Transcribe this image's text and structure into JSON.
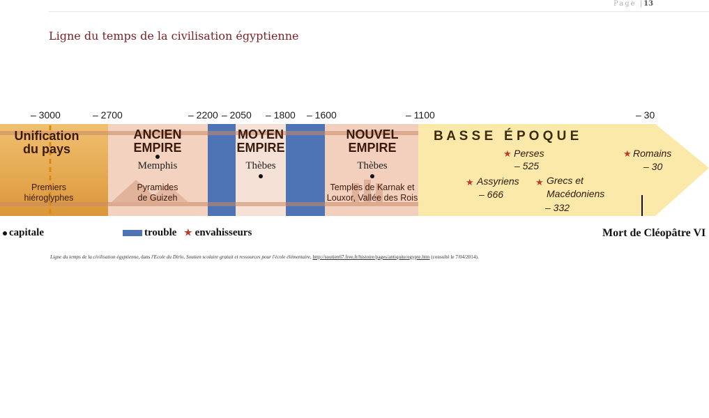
{
  "header": {
    "page_label": "Page |",
    "page_number": "13"
  },
  "title": "Ligne du temps de la civilisation égyptienne",
  "timeline": {
    "ticks": [
      "– 3000",
      "– 2700",
      "– 2200",
      "– 2050",
      "– 1800",
      "– 1600",
      "– 1100",
      "– 30"
    ],
    "periods": {
      "unification": {
        "line1": "Unification",
        "line2": "du pays",
        "sub1": "Premiers",
        "sub2": "hiéroglyphes"
      },
      "ancien": {
        "line1": "ANCIEN",
        "line2": "EMPIRE",
        "capital": "Memphis",
        "sub1": "Pyramides",
        "sub2": "de Guizeh"
      },
      "moyen": {
        "line1": "MOYEN",
        "line2": "EMPIRE",
        "capital": "Thèbes"
      },
      "nouvel": {
        "line1": "NOUVEL",
        "line2": "EMPIRE",
        "capital": "Thèbes",
        "sub1": "Temples de Karnak et",
        "sub2": "Louxor, Vallée des Rois"
      },
      "basse": {
        "title": "B A S S E   É P O Q U E",
        "invasions": {
          "perses": {
            "name": "Perses",
            "year": "– 525"
          },
          "assyriens": {
            "name": "Assyriens",
            "year": "– 666"
          },
          "grecs": {
            "name1": "Grecs et",
            "name2": "Macédoniens",
            "year": "– 332"
          },
          "romains": {
            "name": "Romains",
            "year": "– 30"
          }
        }
      }
    },
    "colors": {
      "unification": "#e7a94a",
      "ancien": "#f3d2c0",
      "trouble": "#4f74b6",
      "moyen": "#f6e1d6",
      "nouvel": "#f3d0be",
      "basse": "#fbe9a9"
    }
  },
  "legend": {
    "capitale": "capitale",
    "trouble": "trouble",
    "envahisseurs": "envahisseurs",
    "mort": "Mort de Cléopâtre VI"
  },
  "caption": {
    "part1": "Ligne du temps de la civilisation égyptienne",
    "part2": ", dans ",
    "part3": "l'Ecole du Dirlo, Soutien scolaire gratuit et ressources pour l'école élémentaire",
    "part4": ", ",
    "url": "http://soutien67.free.fr/histoire/pages/antiquite/egypte.htm",
    "part5": " (consulté le 7/04/2014)."
  }
}
